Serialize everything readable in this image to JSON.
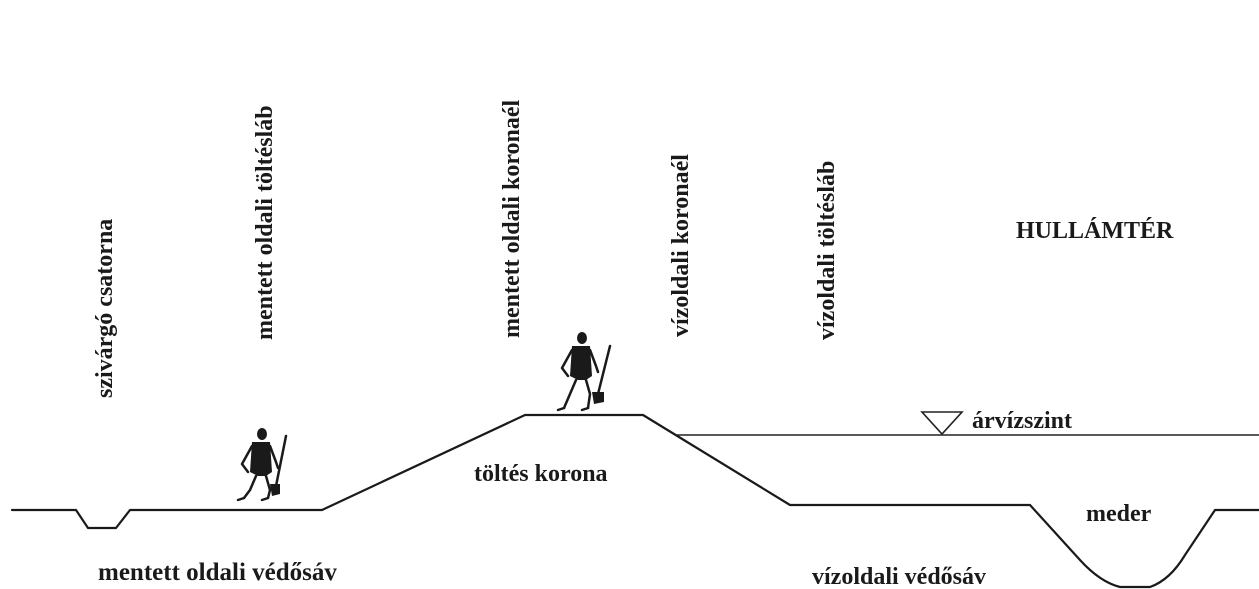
{
  "labels": {
    "szivargo_csatorna": "szivárgó csatorna",
    "mentett_oldali_tolteslab": "mentett oldali töltésláb",
    "mentett_oldali_koronael": "mentett oldali koronaél",
    "vizoldali_koronael": "vízoldali koronaél",
    "vizoldali_tolteslab": "vízoldali töltésláb",
    "hullamter": "HULLÁMTÉR",
    "arvizszint": "árvízszint",
    "toltes_korona": "töltés korona",
    "meder": "meder",
    "mentett_oldali_vedosav": "mentett oldali védősáv",
    "vizoldali_vedosav": "vízoldali védősáv"
  },
  "icons": {
    "water_level_marker": "down-triangle-icon",
    "worker_figure": "worker-with-shovel-icon"
  },
  "colors": {
    "ink": "#1a1a1a",
    "background": "#ffffff"
  }
}
